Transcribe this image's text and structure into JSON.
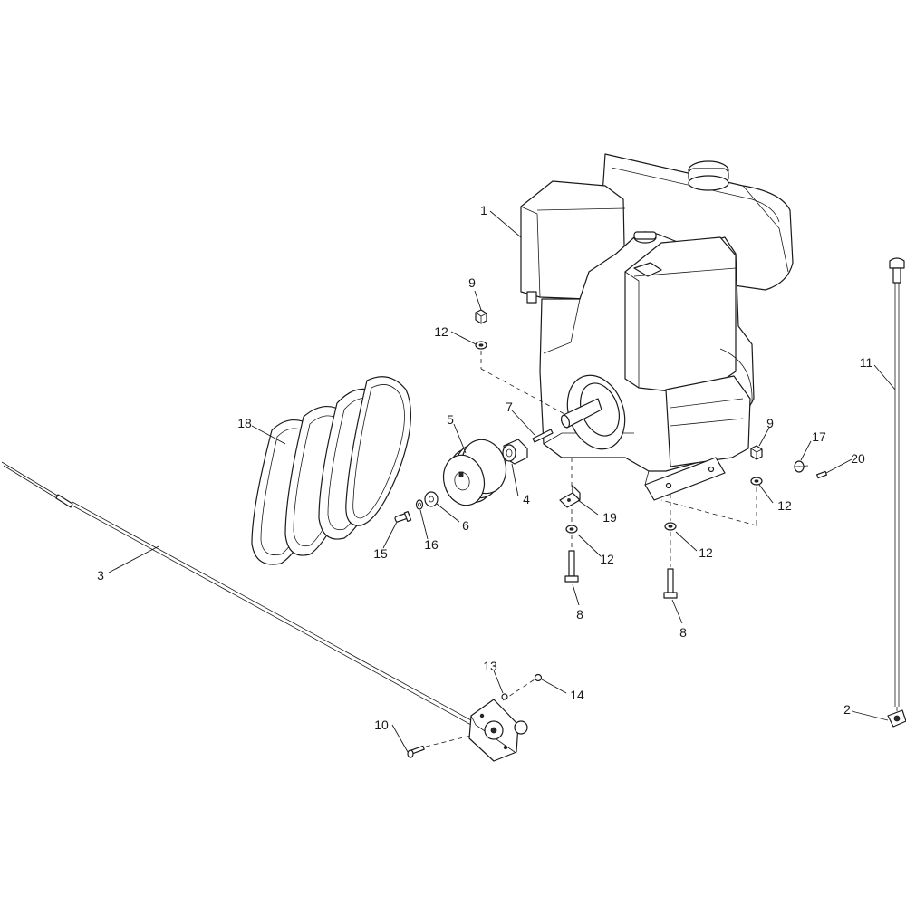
{
  "callouts": {
    "c1": "1",
    "c2": "2",
    "c3": "3",
    "c4": "4",
    "c5": "5",
    "c6": "6",
    "c7": "7",
    "c8a": "8",
    "c8b": "8",
    "c9a": "9",
    "c9b": "9",
    "c10": "10",
    "c11": "11",
    "c12a": "12",
    "c12b": "12",
    "c12c": "12",
    "c12d": "12",
    "c13": "13",
    "c14": "14",
    "c15": "15",
    "c16": "16",
    "c17": "17",
    "c18": "18",
    "c19": "19",
    "c20": "20"
  },
  "colors": {
    "line": "#1a1a1a",
    "background": "#ffffff"
  }
}
